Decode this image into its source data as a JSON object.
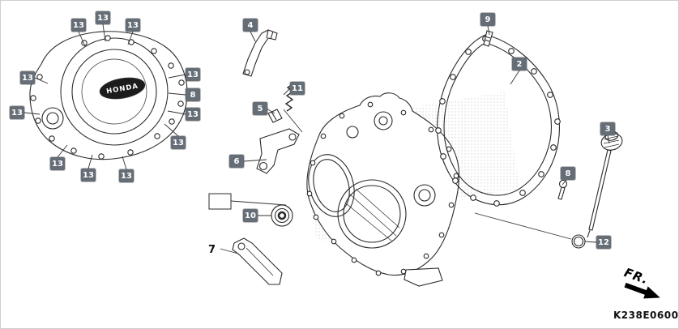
{
  "diagram": {
    "code": "K238E0600",
    "direction_label": "FR.",
    "brand_logo": "HONDA"
  },
  "colors": {
    "badge_background": "#656d76",
    "badge_text": "#ffffff",
    "line_art": "#2b2b2b",
    "background": "#ffffff"
  },
  "callouts": [
    "13",
    "13",
    "13",
    "13",
    "13",
    "13",
    "8",
    "13",
    "13",
    "13",
    "13",
    "13",
    "4",
    "11",
    "5",
    "6",
    "10",
    "9",
    "2",
    "3",
    "8",
    "12"
  ],
  "plain_labels": [
    "7"
  ]
}
